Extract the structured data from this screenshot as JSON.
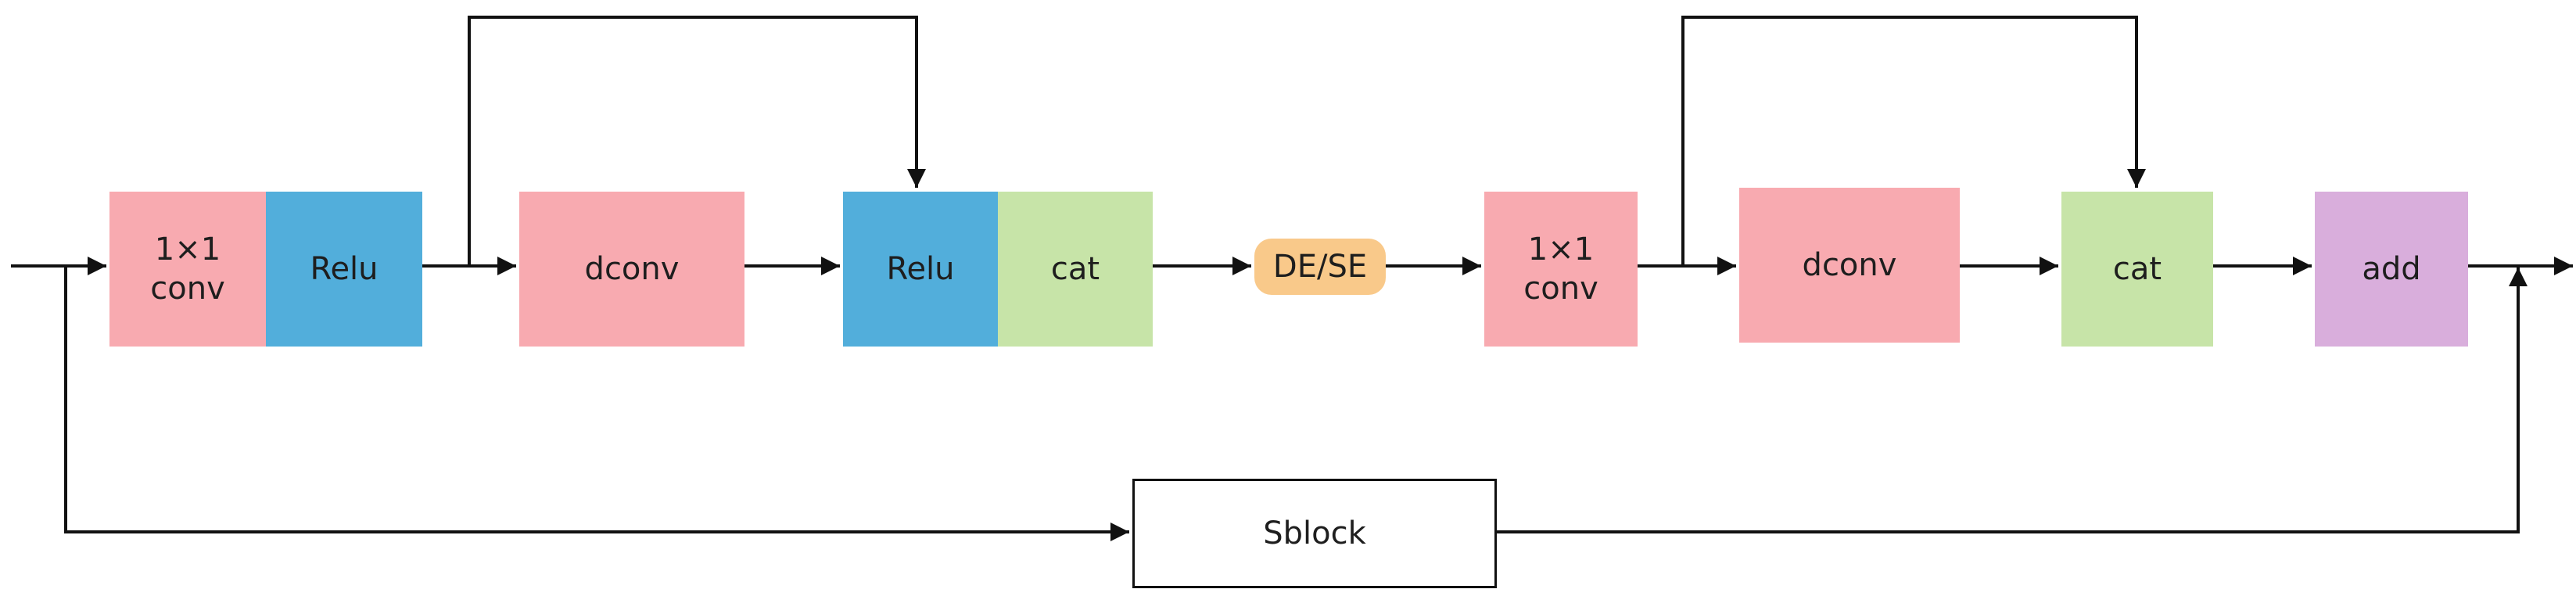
{
  "colors": {
    "conv": "#f8aab0",
    "relu": "#52aedb",
    "cat": "#c7e4a8",
    "attention": "#f9c98a",
    "add": "#d9aedc",
    "line": "#111111"
  },
  "blocks": {
    "conv_a": "1×1\nconv",
    "relu_a": "Relu",
    "dconv_a": "dconv",
    "relu_b": "Relu",
    "cat_a": "cat",
    "de_se": "DE/SE",
    "conv_b": "1×1\nconv",
    "dconv_b": "dconv",
    "cat_b": "cat",
    "add": "add",
    "sblock": "Sblock"
  }
}
